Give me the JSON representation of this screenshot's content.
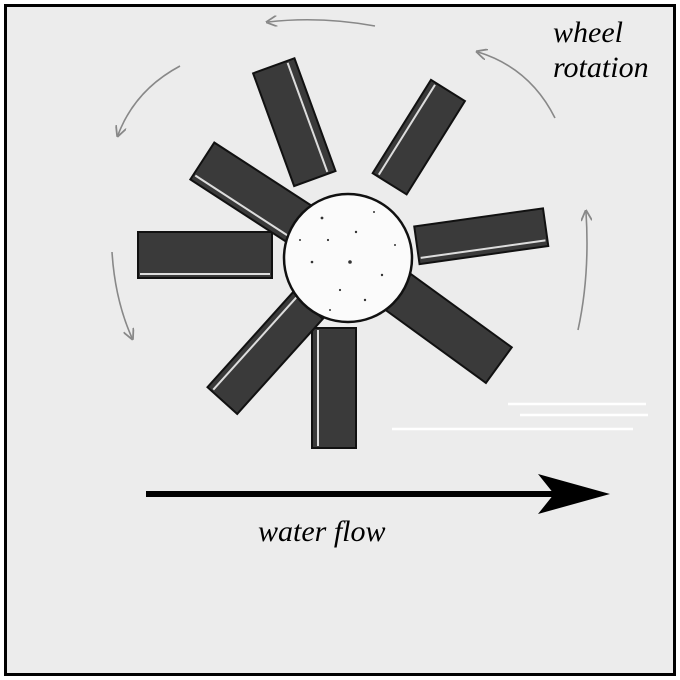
{
  "labels": {
    "rotation_line1": "wheel",
    "rotation_line2": "rotation",
    "water_flow": "water flow"
  },
  "colors": {
    "background": "#ececec",
    "border": "#000000",
    "paddle": "#3a3a3a",
    "paddle_edge": "#111111",
    "hub": "#fbfbfb",
    "rotation_arrows": "#888888",
    "flow_arrow": "#000000",
    "water_lines": "#ffffff"
  },
  "wheel": {
    "paddle_count": 8,
    "rotation_direction": "counterclockwise"
  }
}
